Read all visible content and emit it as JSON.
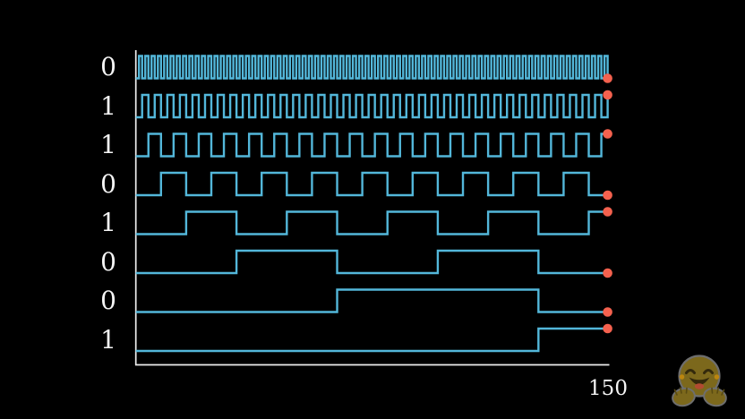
{
  "chart_data": {
    "type": "line",
    "subtype": "digital-timing-diagram",
    "title": "",
    "xlabel": "",
    "ylabel": "",
    "x_range": [
      0,
      150
    ],
    "current_time": 150,
    "x_end_label": "150",
    "grid": false,
    "legend": "none",
    "marker": "dot-at-current-value-right-edge",
    "rows": [
      {
        "label": "0",
        "bit_index": 0,
        "half_period": 1,
        "final_value": 0
      },
      {
        "label": "1",
        "bit_index": 1,
        "half_period": 2,
        "final_value": 1
      },
      {
        "label": "1",
        "bit_index": 2,
        "half_period": 4,
        "final_value": 1
      },
      {
        "label": "0",
        "bit_index": 3,
        "half_period": 8,
        "final_value": 0
      },
      {
        "label": "1",
        "bit_index": 4,
        "half_period": 16,
        "final_value": 1
      },
      {
        "label": "0",
        "bit_index": 5,
        "half_period": 32,
        "final_value": 0
      },
      {
        "label": "0",
        "bit_index": 6,
        "half_period": 64,
        "final_value": 0
      },
      {
        "label": "1",
        "bit_index": 7,
        "half_period": 128,
        "final_value": 1
      }
    ],
    "colors": {
      "background": "#000000",
      "wave": "#53B7DA",
      "dot": "#F4614E",
      "axis": "#ECECEC",
      "label": "#F5F5F5"
    }
  },
  "watermark": {
    "icon": "hugging-face-emoji",
    "body_color": "#7C681C",
    "outline_color": "#6E6E6E",
    "cheek_color": "#BC860F",
    "tongue_color": "#B14A31"
  }
}
